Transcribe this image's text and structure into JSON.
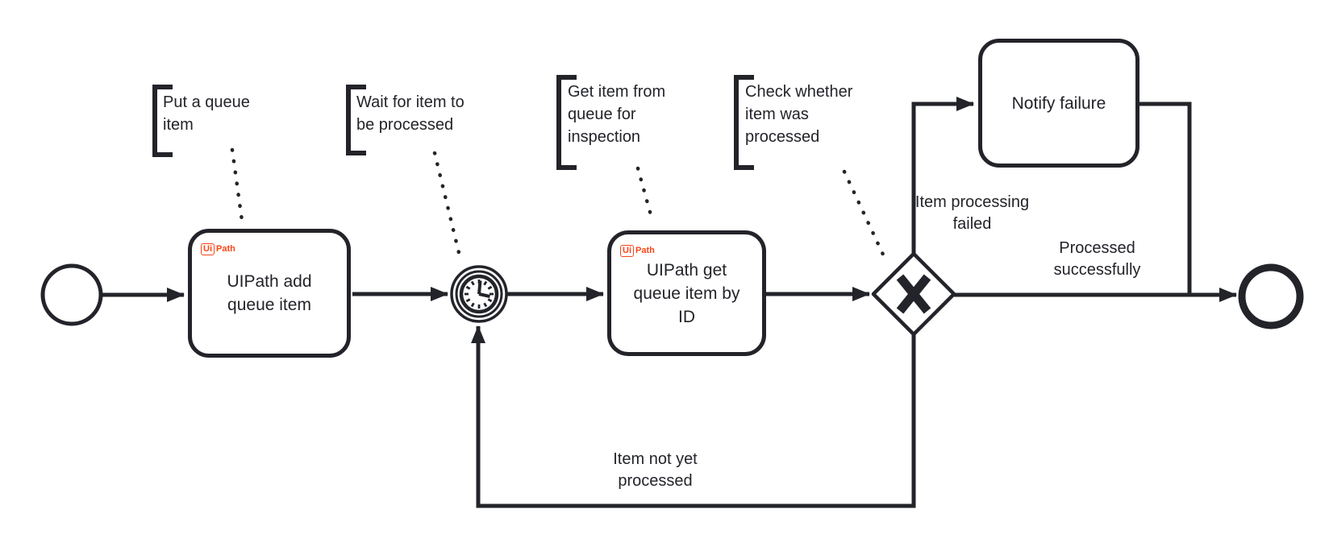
{
  "colors": {
    "stroke": "#23242a",
    "uipath_orange": "#fa4616",
    "background": "#ffffff"
  },
  "tasks": [
    {
      "label": "UIPath add\nqueue item",
      "logo_ui": "Ui",
      "logo_path": "Path"
    },
    {
      "label": "UIPath get\nqueue item by\nID",
      "logo_ui": "Ui",
      "logo_path": "Path"
    },
    {
      "label": "Notify failure"
    }
  ],
  "gateway": {
    "marker": "X"
  },
  "annotations": [
    {
      "text": "Put a queue\nitem"
    },
    {
      "text": "Wait for item to\nbe processed"
    },
    {
      "text": "Get item from\nqueue for\ninspection"
    },
    {
      "text": "Check whether\nitem was\nprocessed"
    }
  ],
  "edge_labels": {
    "failed": "Item processing\nfailed",
    "success": "Processed\nsuccessfully",
    "not_processed": "Item not yet\nprocessed"
  }
}
